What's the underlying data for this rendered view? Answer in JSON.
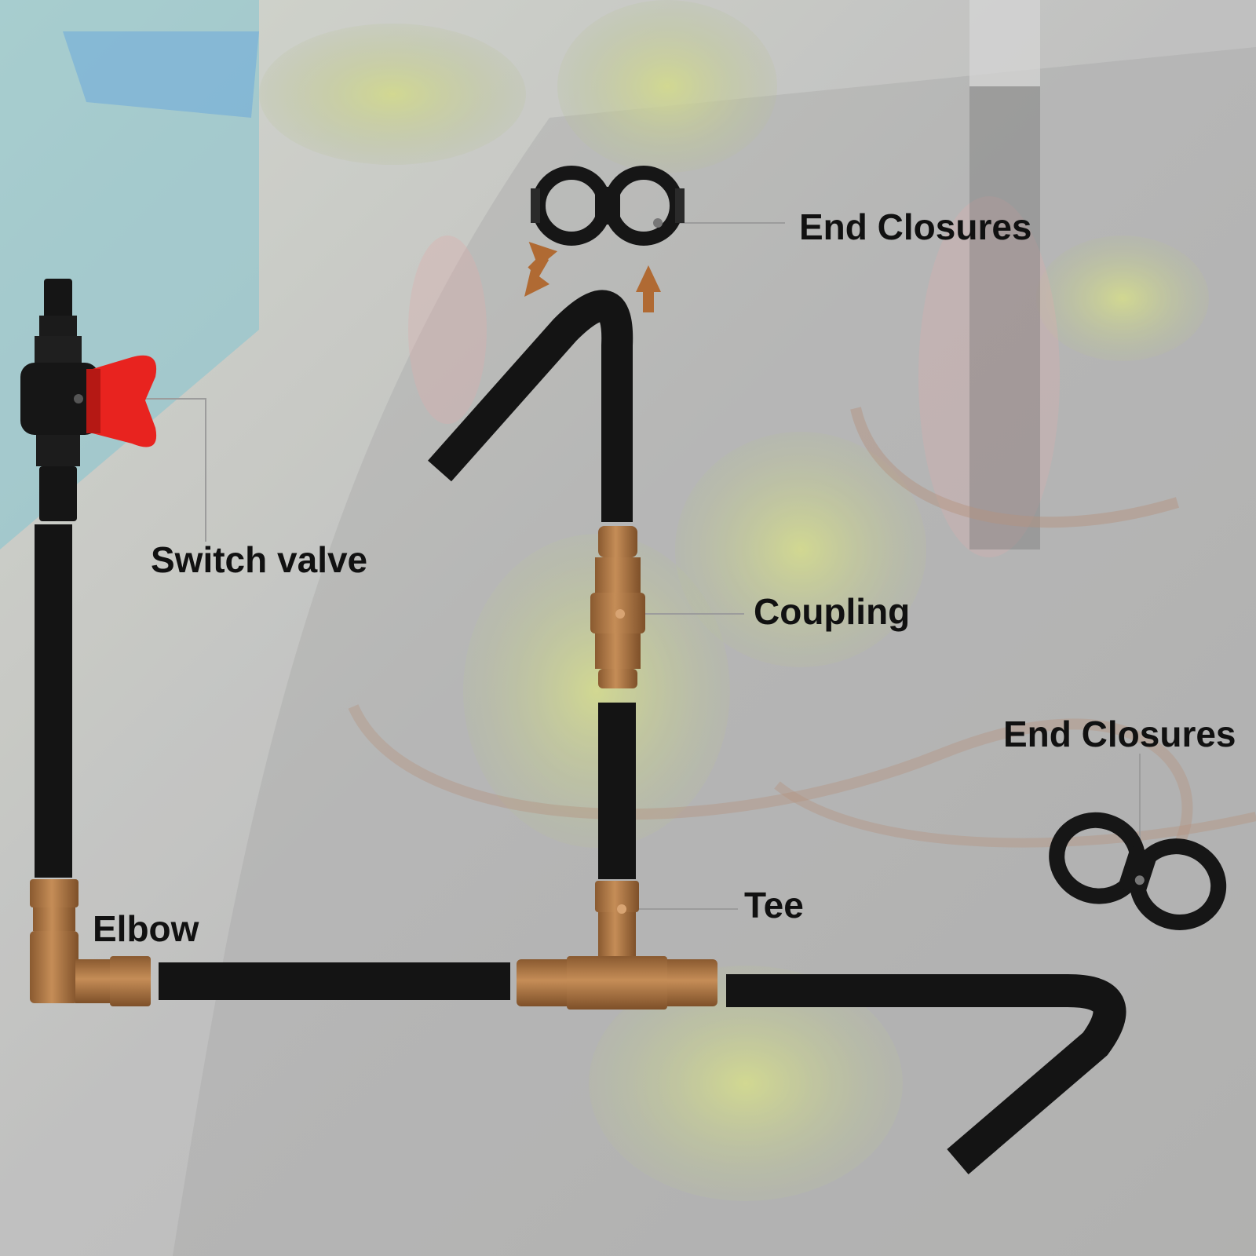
{
  "labels": {
    "end_closures_top": "End Closures",
    "switch_valve": "Switch valve",
    "coupling": "Coupling",
    "end_closures_right": "End Closures",
    "tee": "Tee",
    "elbow": "Elbow"
  },
  "colors": {
    "tube": "#141414",
    "fitting": "#b07a47",
    "fitting_dark": "#8a5a30",
    "valve_handle": "#e8231f",
    "leader_line": "#9c9c9c",
    "arrow": "#b06a33",
    "label_text": "#111111"
  },
  "icons": [
    "end-closure-icon",
    "switch-valve-icon",
    "coupling-icon",
    "tee-icon",
    "elbow-icon",
    "direction-arrow-icon"
  ]
}
